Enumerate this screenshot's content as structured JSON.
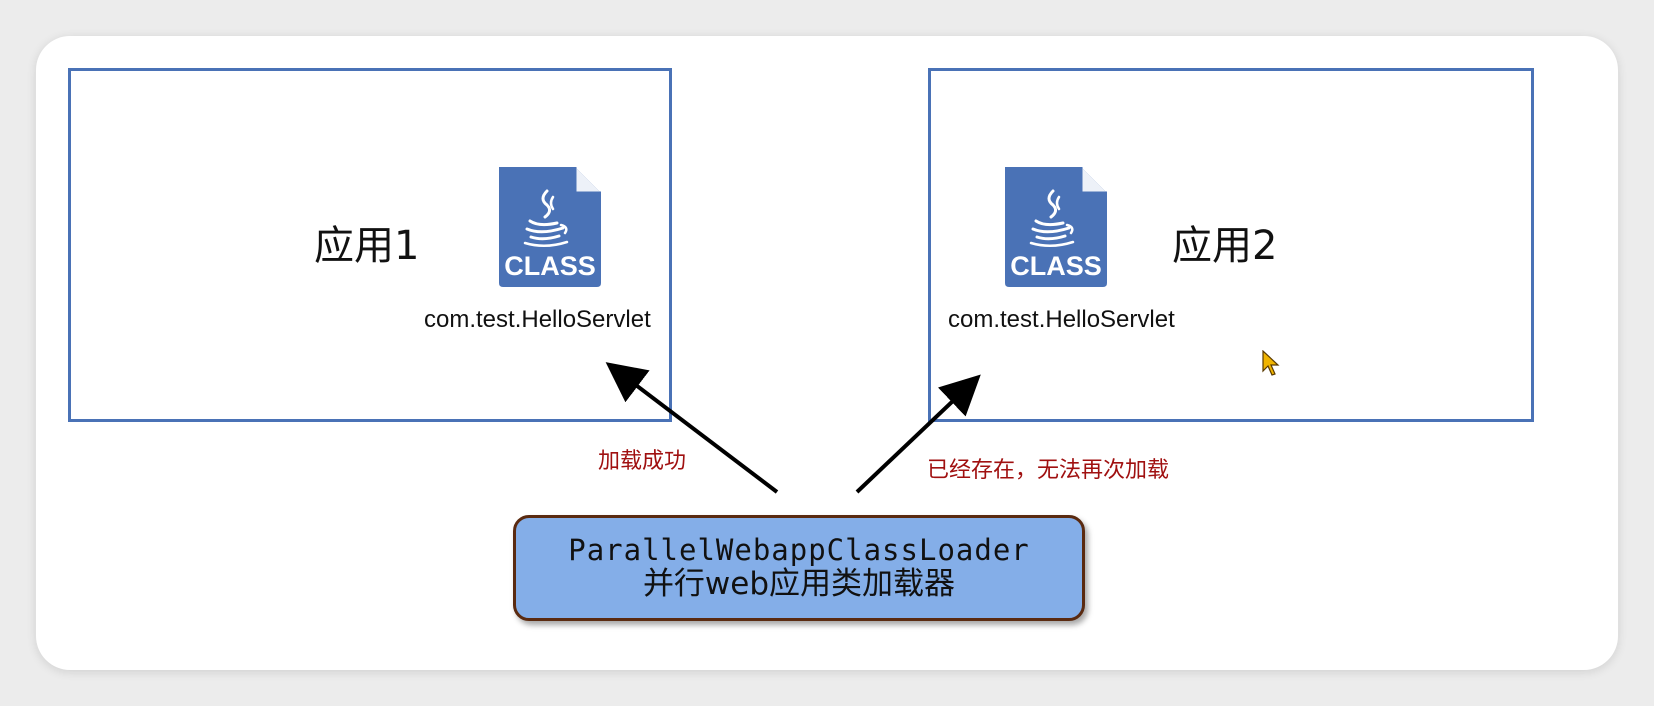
{
  "apps": [
    {
      "title": "应用1",
      "class_label": "CLASS",
      "class_name": "com.test.HelloServlet"
    },
    {
      "title": "应用2",
      "class_label": "CLASS",
      "class_name": "com.test.HelloServlet"
    }
  ],
  "notes": {
    "success": "加载成功",
    "exists": "已经存在，无法再次加载"
  },
  "loader": {
    "line1": "ParallelWebappClassLoader",
    "line2": "并行web应用类加载器"
  },
  "colors": {
    "box_border": "#4a72b6",
    "icon_blue": "#4a72b6",
    "note_text": "#a01010",
    "loader_fill": "#84aee8",
    "loader_border": "#5a2a10",
    "cursor": "#f0b400"
  },
  "icons": {
    "class_file": "java-class-file-icon",
    "cursor": "mouse-pointer-icon"
  }
}
